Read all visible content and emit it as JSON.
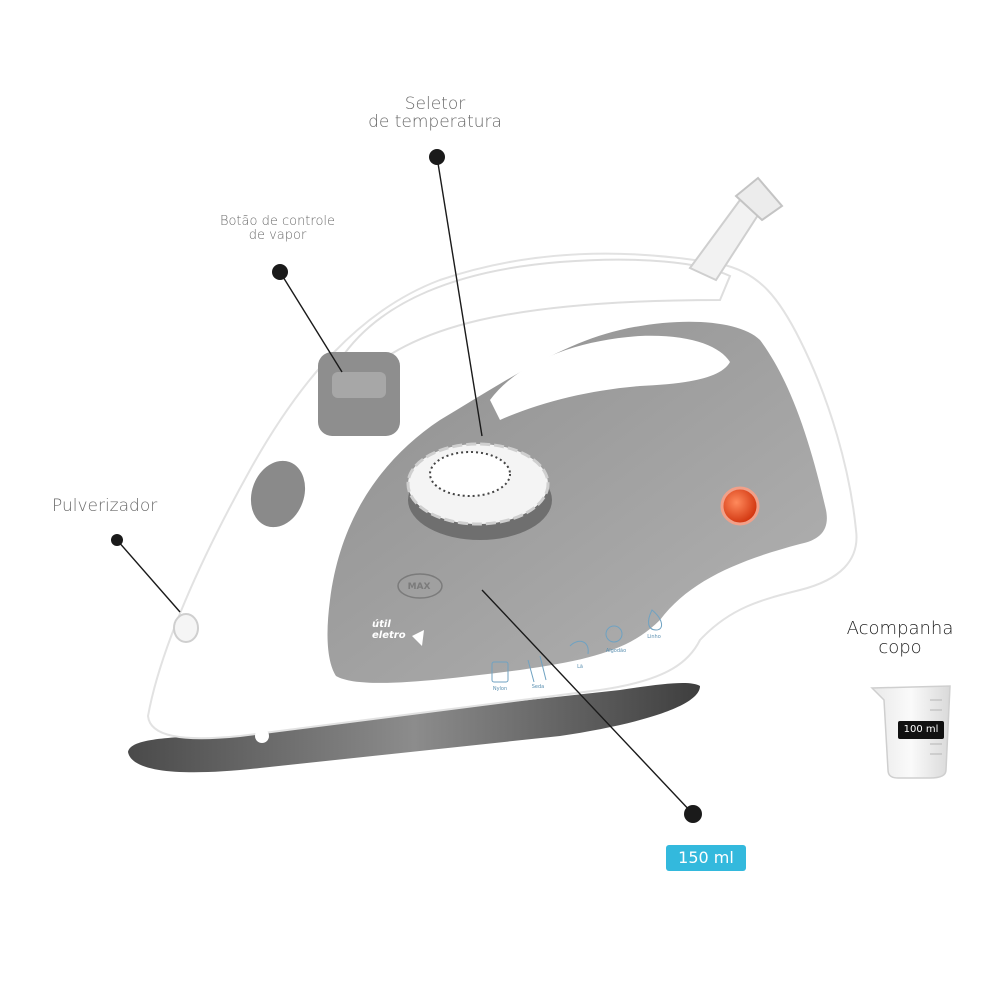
{
  "labels": {
    "temperature": [
      "Seletor",
      "de temperatura"
    ],
    "vapor": [
      "Botão de controle",
      "de vapor"
    ],
    "spray": "Pulverizador",
    "cup": [
      "Acompanha",
      "copo"
    ]
  },
  "capacity_badge": "150 ml",
  "cup_volume": "100 ml",
  "max_mark": "MAX",
  "brand": [
    "útil",
    "eletro"
  ],
  "fabric_settings": [
    "Nylon",
    "Seda",
    "Lã",
    "Algodão",
    "Linho"
  ],
  "colors": {
    "badge": "#33b9dd",
    "iron_body": "#ffffff",
    "iron_panel": "#9a9a9a",
    "indicator_light": "#e8401e",
    "label_text": "#6a6a6a"
  }
}
